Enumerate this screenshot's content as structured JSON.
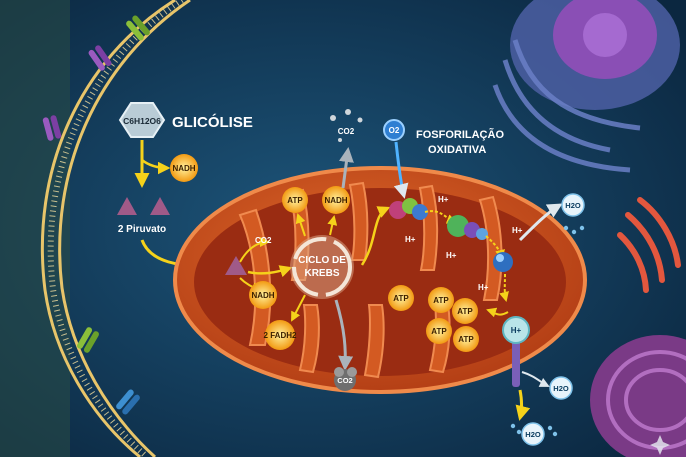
{
  "labels": {
    "glucose_formula": "C6H12O6",
    "glycolysis": "GLICÓLISE",
    "nadh": "NADH",
    "pyruvate": "2 Piruvato",
    "co2": "CO2",
    "krebs_line1": "CICLO DE",
    "krebs_line2": "KREBS",
    "atp": "ATP",
    "fadh2": "2 FADH2",
    "o2": "O2",
    "oxphos_line1": "FOSFORILAÇÃO",
    "oxphos_line2": "OXIDATIVA",
    "h_plus": "H+",
    "h2o": "H2O"
  },
  "colors": {
    "background": "#0e2f4a",
    "mitochondrion_outer": "#c4471d",
    "mitochondrion_inner": "#9a2c12",
    "arrow_yellow": "#f5d21a",
    "arrow_gray": "#9aa3ab",
    "atp_fill": "#f6b21b",
    "membrane": "#e8c56a"
  }
}
